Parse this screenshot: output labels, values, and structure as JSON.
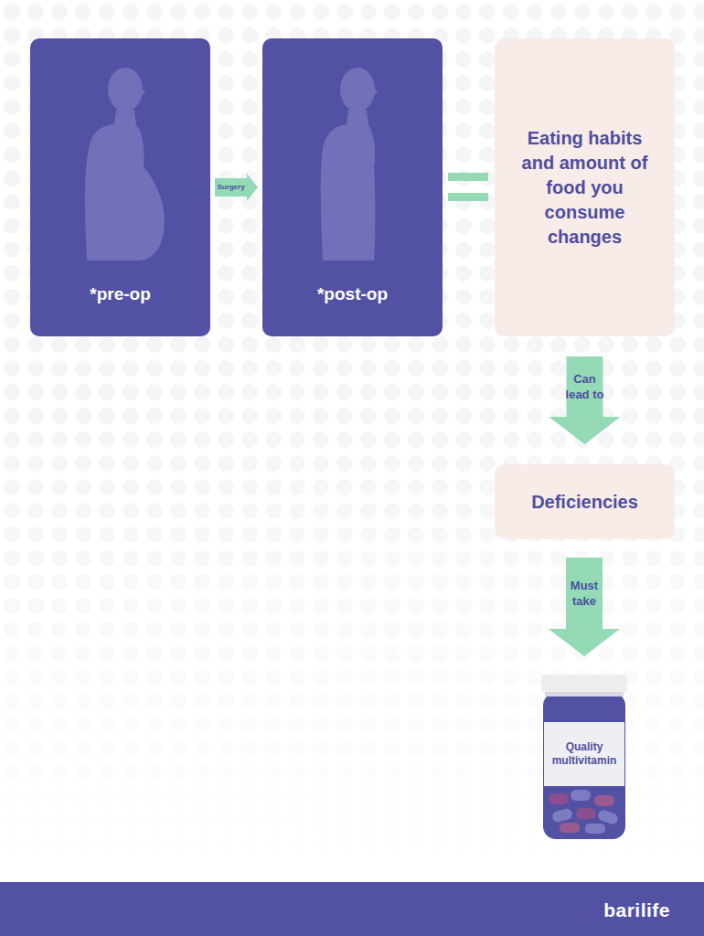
{
  "diagram": {
    "nodes": [
      {
        "text": [
          "*pre-op"
        ]
      },
      {
        "text": [
          "*post-op"
        ]
      },
      {
        "text": [
          "Eating habits and amount of food you consume changes"
        ]
      },
      {
        "text": [
          "Deficiencies"
        ]
      },
      {
        "text": [
          "Quality multivitamin"
        ]
      }
    ],
    "edges": [
      {
        "from": 0,
        "to": 1,
        "label": "Surgery",
        "arrow": "to"
      },
      {
        "from": 1,
        "to": 2,
        "arrow": "none"
      },
      {
        "from": 2,
        "to": 3,
        "label": "Can lead to",
        "arrow": "to"
      },
      {
        "from": 3,
        "to": 4,
        "label": "Must take",
        "arrow": "to"
      }
    ],
    "labels": [
      "barilife"
    ]
  }
}
